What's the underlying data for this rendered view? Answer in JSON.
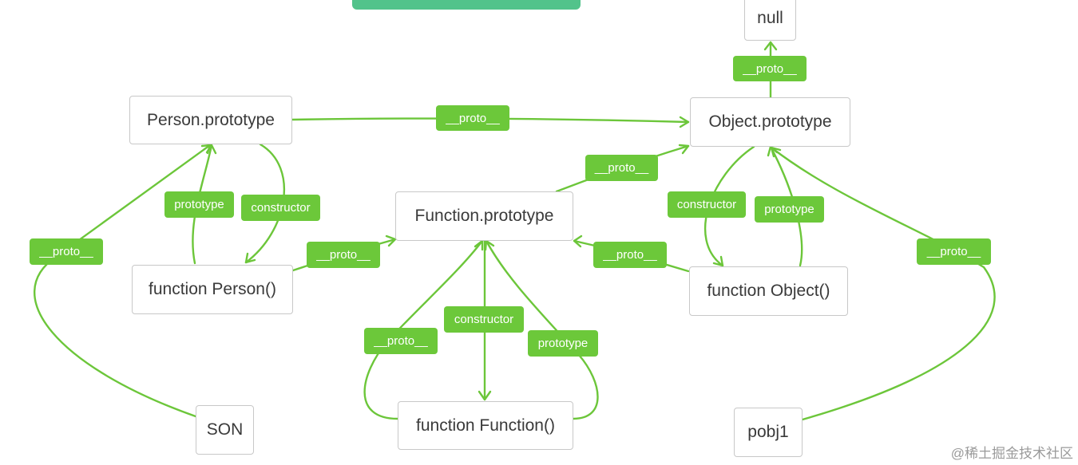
{
  "nodes": {
    "null": "null",
    "person_prototype": "Person.prototype",
    "object_prototype": "Object.prototype",
    "function_prototype": "Function.prototype",
    "function_person": "function Person()",
    "function_object": "function Object()",
    "function_function": "function Function()",
    "son": "SON",
    "pobj1": "pobj1"
  },
  "edge_labels": {
    "proto": "__proto__",
    "prototype": "prototype",
    "constructor": "constructor"
  },
  "watermark": "@稀土掘金技术社区",
  "colors": {
    "edge": "#6cc63a",
    "label_bg": "#6cc83a",
    "top_bar": "#52c38b",
    "node_border": "#c8c8c8"
  }
}
